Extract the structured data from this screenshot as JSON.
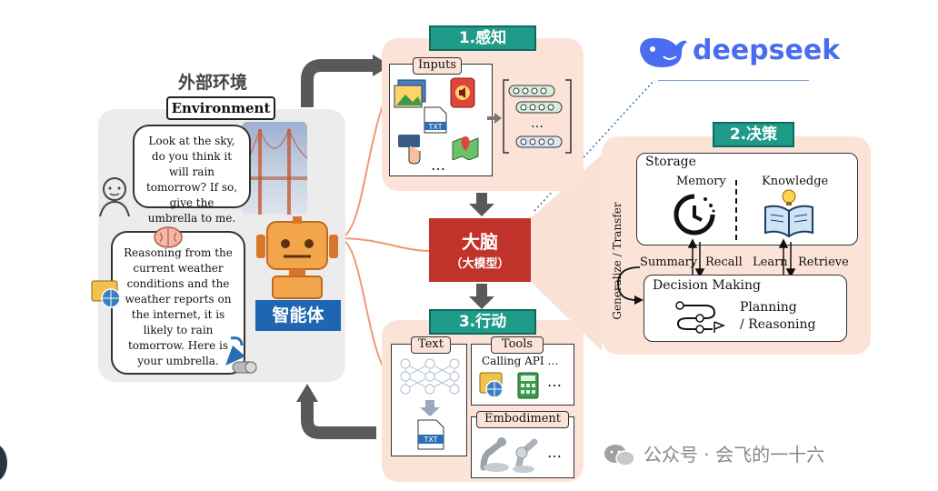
{
  "environment": {
    "title": "外部环境",
    "box_label": "Environment",
    "user_question": "Look at the sky, do you think it will rain tomorrow? If so, give the umbrella to me.",
    "agent_reply": "Reasoning from the current weather conditions and the weather reports on the internet, it is likely to rain tomorrow. Here is your umbrella."
  },
  "agent": {
    "label": "智能体"
  },
  "perception": {
    "header": "1.感知",
    "inputs_label": "Inputs",
    "txt_icon": "TXT",
    "ellipsis": "…",
    "bracket_ellipsis": "…"
  },
  "brain": {
    "title": "大脑",
    "subtitle": "（大模型）"
  },
  "action": {
    "header": "3.行动",
    "text_label": "Text",
    "txt_icon": "TXT",
    "tools_label": "Tools",
    "calling_api": "Calling API …",
    "tools_ellipsis": "…",
    "embodiment_label": "Embodiment",
    "emb_ellipsis": "…"
  },
  "decision": {
    "header": "2.决策",
    "storage": "Storage",
    "memory": "Memory",
    "knowledge": "Knowledge",
    "summary": "Summary",
    "recall": "Recall",
    "learn": "Learn",
    "retrieve": "Retrieve",
    "decision_making": "Decision Making",
    "planning": "Planning",
    "reasoning": "/ Reasoning",
    "generalize": "Generalize / Transfer"
  },
  "logo": {
    "text": "deepseek",
    "color": "#4a6cf0"
  },
  "watermark": {
    "text": "公众号 · 会飞的一十六"
  },
  "colors": {
    "accent_green": "#1f9b8a",
    "brain_red": "#c0332b",
    "agent_blue": "#1f66b2",
    "panel_peach": "#fbe3d8",
    "panel_grey": "#ececec"
  }
}
